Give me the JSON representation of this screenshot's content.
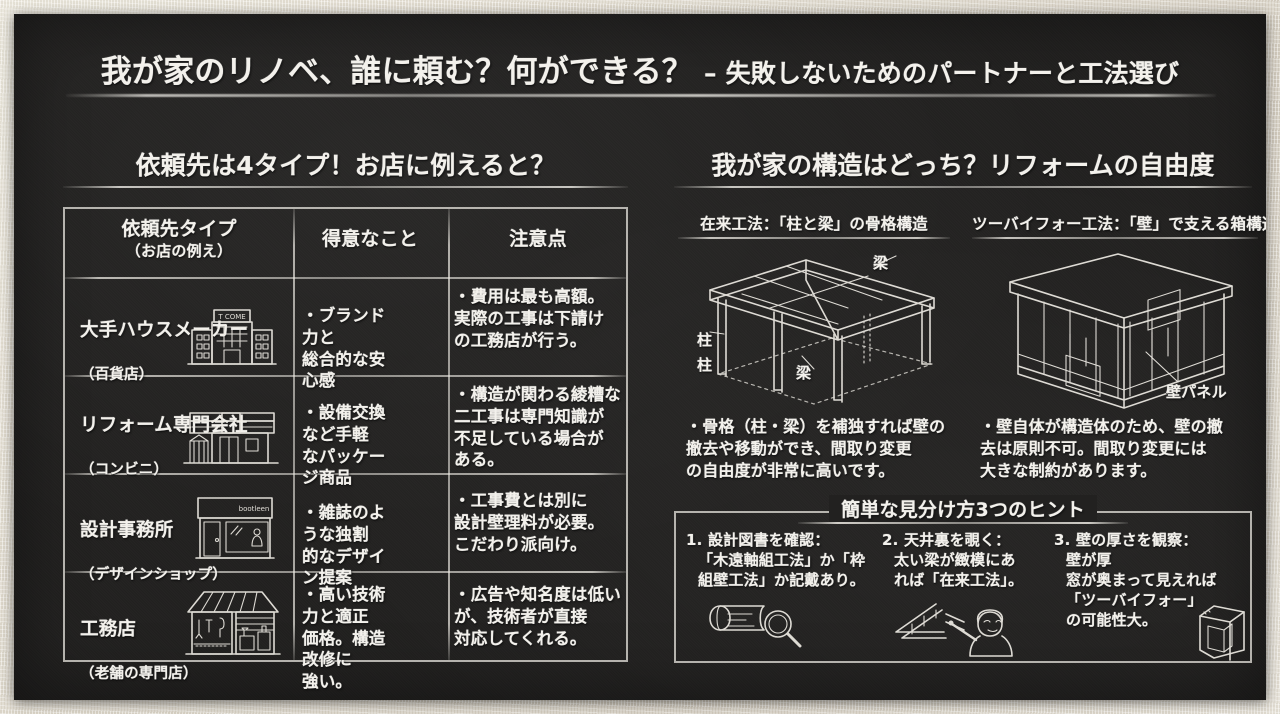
{
  "title": {
    "main": "我が家のリノベ、誰に頼む？何ができる？",
    "sub": "– 失敗しないためのパートナーと工法選び"
  },
  "left_section": {
    "heading": "依頼先は4タイプ！お店に例えると？",
    "table": {
      "headers": {
        "col1_main": "依頼先タイプ",
        "col1_sub": "（お店の例え）",
        "col2": "得意なこと",
        "col3": "注意点"
      },
      "rows": [
        {
          "type_name": "大手ハウスメーカー",
          "type_paren": "（百貨店）",
          "icon": "department-store-icon",
          "icon_sign": "T COME",
          "strength": "・ブランド力と\n 総合的な安心感",
          "caution": "・費用は最も高額。\n 実際の工事は下請け\n の工務店が行う。"
        },
        {
          "type_name": "リフォーム専門会社",
          "type_paren": "（コンビニ）",
          "icon": "convenience-store-icon",
          "strength": "・設備交換など手軽\n なパッケージ商品",
          "caution": "・構造が関わる綾糟な\n 二工事は専門知識が\n 不足している場合が\n ある。"
        },
        {
          "type_name": "設計事務所",
          "type_paren": "（デザインショップ）",
          "icon": "design-shop-icon",
          "icon_sign": "bootleen",
          "strength": "・雑誌のような独割\n 的なデザイン提案",
          "caution": "・工事費とは別に\n 設計壁理料が必要。\n こだわり派向け。"
        },
        {
          "type_name": "工務店",
          "type_paren": "（老舗の専門店）",
          "icon": "workshop-store-icon",
          "strength": "・高い技術力と適正\n 価格。構造改修に\n 強い。",
          "caution": "・広告や知名度は低い\n が、技術者が直接\n 対応してくれる。"
        }
      ]
    }
  },
  "right_section": {
    "heading": "我が家の構造はどっち？リフォームの自由度",
    "structures": [
      {
        "label": "在来工法：「柱と梁」の骨格構造",
        "diagram": "post-and-beam-frame-diagram",
        "tags": [
          "梁",
          "柱",
          "柱",
          "梁"
        ],
        "note": "・骨格（柱・梁）を補独すれば壁の\n 撤去や移動ができ、間取り変更\n の自由度が非常に高いです。"
      },
      {
        "label": "ツーバイフォー工法：「壁」で支える箱構造",
        "diagram": "two-by-four-box-diagram",
        "tags": [
          "壁パネル"
        ],
        "note": "・壁自体が構造体のため、壁の撤\n 去は原則不可。間取り変更には\n 大きな制約があります。"
      }
    ],
    "hints_panel": {
      "title": "簡単な見分け方3つのヒント",
      "hints": [
        {
          "number": "1.",
          "title": "設計図書を確認：",
          "body": "「木遠軸組工法」か「枠\n組壁工法」か記戴あり。",
          "icon": "blueprint-magnifier-icon"
        },
        {
          "number": "2.",
          "title": "天井裏を覗く：",
          "body": "太い梁が緻模にあ\nれば「在来工法」。",
          "icon": "ceiling-inspection-icon"
        },
        {
          "number": "3.",
          "title": "壁の厚さを観察：",
          "body": "壁が厚\n窓が奥まって見えれば\n「ツーバイフォー」\nの可能性大。",
          "icon": "thick-wall-window-icon"
        }
      ]
    }
  },
  "colors": {
    "board": "#222120",
    "chalk": "#f3f1ec",
    "paper_border": "#ded8cc"
  }
}
